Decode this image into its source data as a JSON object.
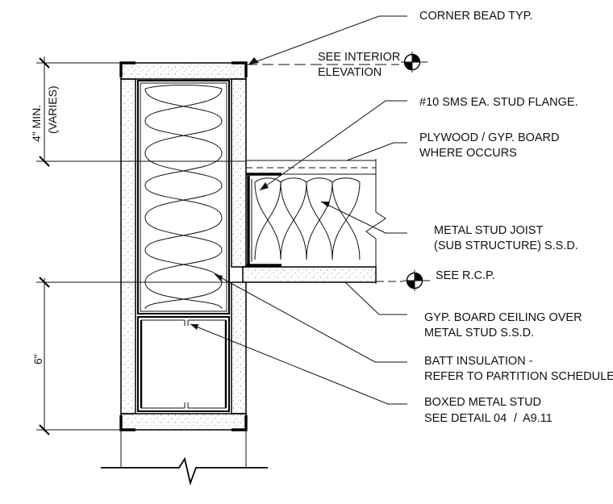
{
  "labels": {
    "corner_bead": "CORNER BEAD TYP.",
    "see_interior_1": "SEE INTERIOR",
    "see_interior_2": "ELEVATION",
    "sms": "#10 SMS EA. STUD FLANGE.",
    "plywood_1": "PLYWOOD / GYP. BOARD",
    "plywood_2": "WHERE OCCURS",
    "joist_1": "METAL STUD JOIST",
    "joist_2": "(SUB STRUCTURE) S.S.D.",
    "see_rcp": "SEE R.C.P.",
    "gyp_ceiling_1": "GYP. BOARD CEILING OVER",
    "gyp_ceiling_2": "METAL STUD S.S.D.",
    "batt_1": "BATT INSULATION -",
    "batt_2": "REFER TO PARTITION SCHEDULE",
    "boxed_1": "BOXED METAL STUD",
    "boxed_2": "SEE DETAIL",
    "detail_num": "04",
    "detail_sep": "/",
    "detail_sheet": "A9.11"
  },
  "dimensions": {
    "upper_1": "4\" MIN.",
    "upper_2": "(VARIES)",
    "lower": "6\""
  },
  "symbols": [
    "elevation-target-icon",
    "rcp-target-icon",
    "break-line-icon"
  ]
}
